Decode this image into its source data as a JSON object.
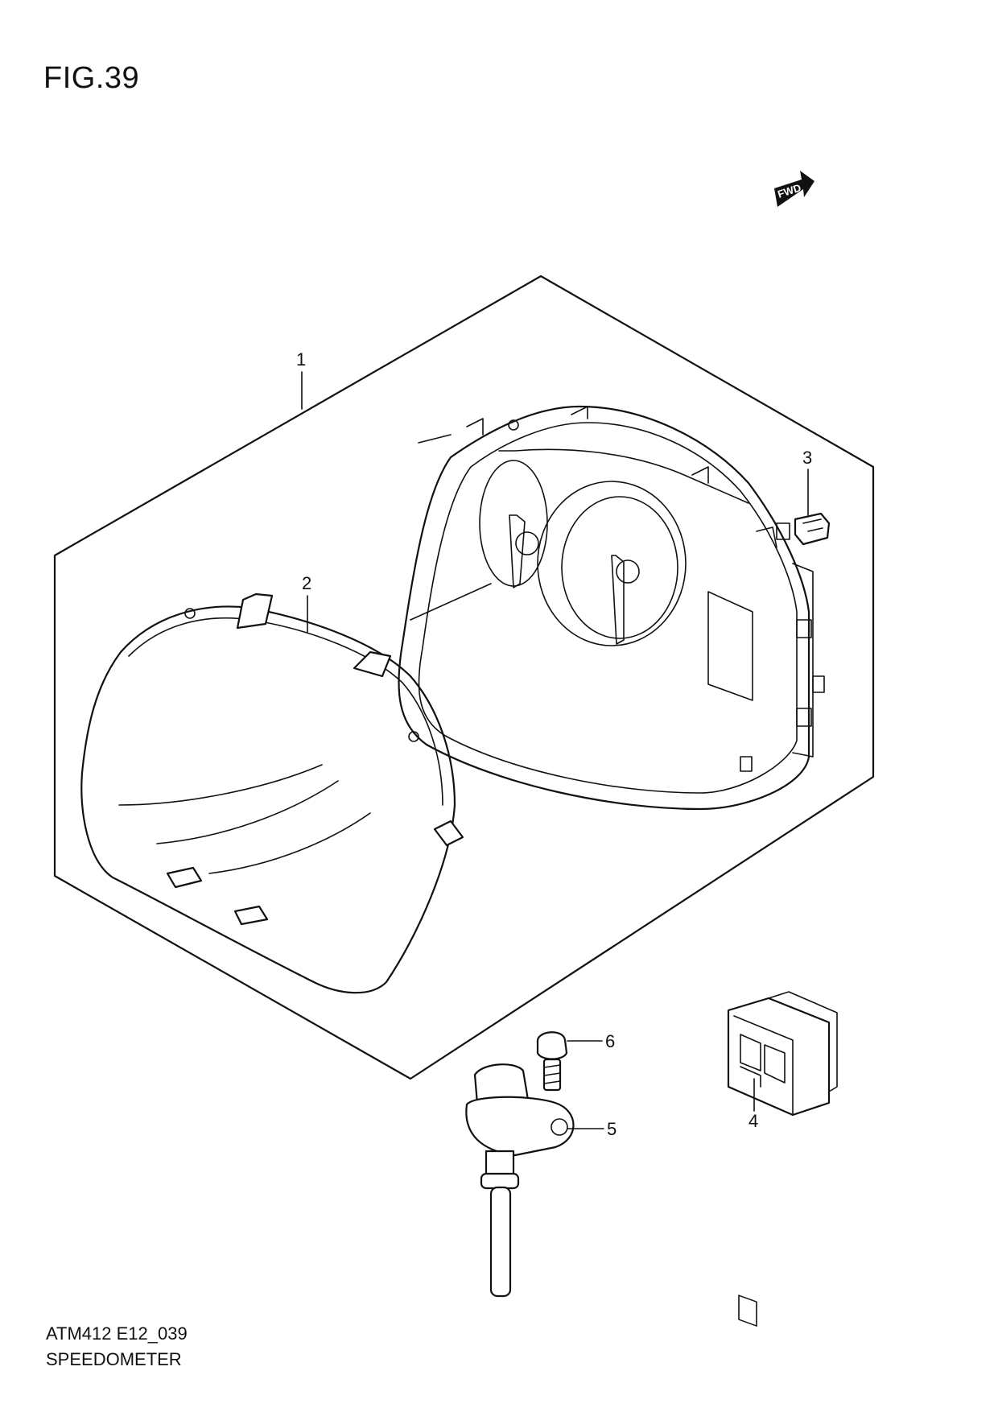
{
  "figure": {
    "title": "FIG.39",
    "code": "ATM412 E12_039",
    "name": "SPEEDOMETER"
  },
  "fwd_badge": "FWD",
  "callouts": [
    {
      "id": "callout-1",
      "label": "1"
    },
    {
      "id": "callout-2",
      "label": "2"
    },
    {
      "id": "callout-3",
      "label": "3"
    },
    {
      "id": "callout-4",
      "label": "4"
    },
    {
      "id": "callout-5",
      "label": "5"
    },
    {
      "id": "callout-6",
      "label": "6"
    }
  ],
  "colors": {
    "line": "#111111",
    "background": "#ffffff"
  }
}
